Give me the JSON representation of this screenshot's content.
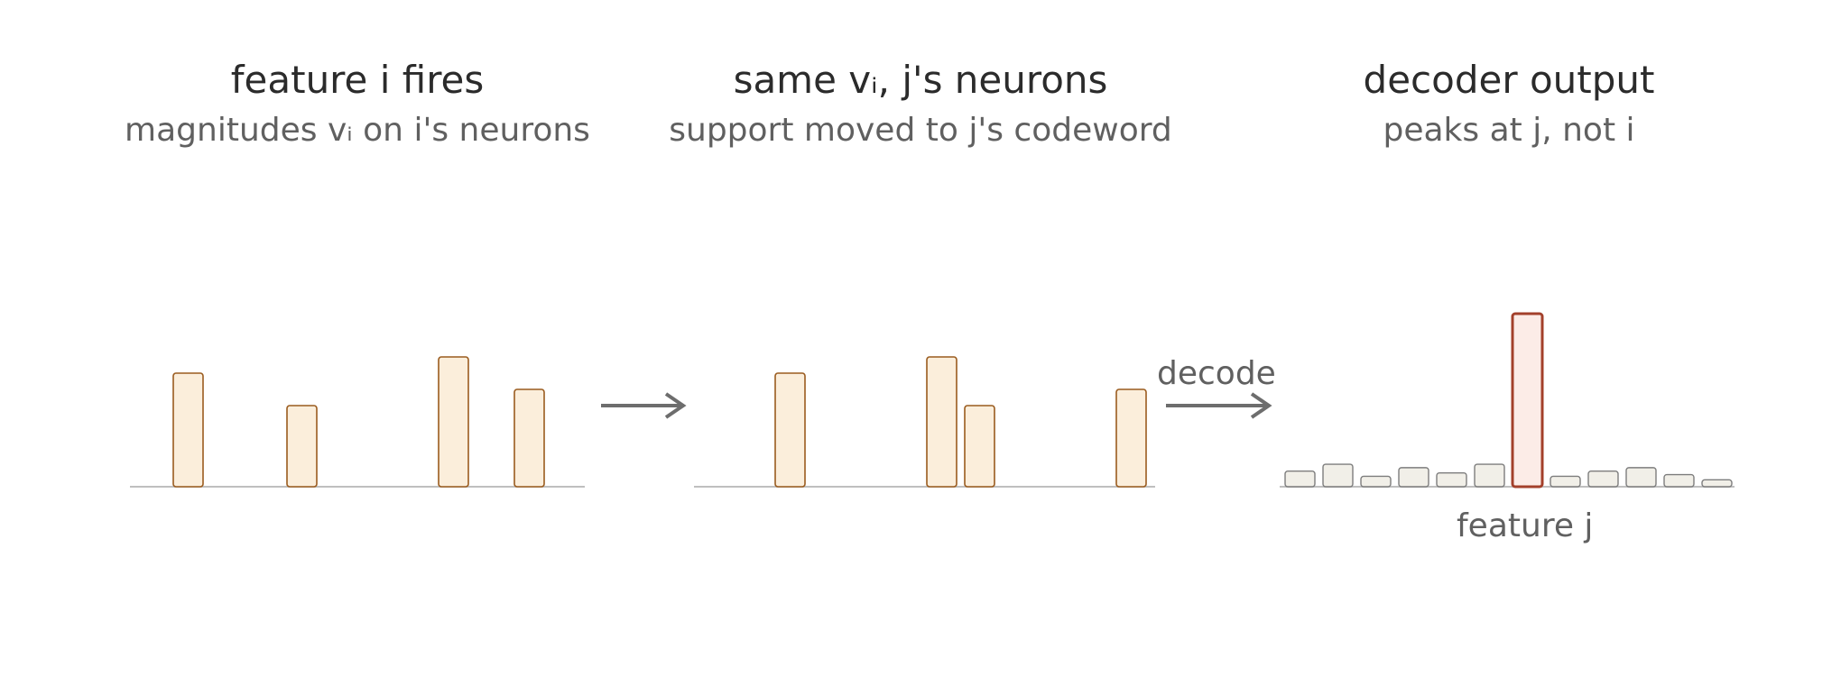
{
  "colors": {
    "title": "#2b2b2b",
    "subtitle": "#606060",
    "baseline": "#bfbfbf",
    "neuron_fill": "#fbeedb",
    "neuron_stroke": "#9a5b1e",
    "decoder_fill": "#f1efe8",
    "decoder_stroke": "#7d7d7d",
    "peak_fill": "#fcece7",
    "peak_stroke": "#a3402b",
    "arrow": "#6d6d6d"
  },
  "panels": [
    {
      "title": "feature i fires",
      "subtitle": "magnitudes vᵢ on i's neurons",
      "bar_values": [
        0.7,
        0.5,
        0.8,
        0.6
      ]
    },
    {
      "title": "same vᵢ, j's neurons",
      "subtitle": "support moved to j's codeword",
      "bar_values": [
        0.7,
        0.5,
        0.8,
        0.6
      ]
    },
    {
      "title": "decoder output",
      "subtitle": "peaks at j, not i",
      "bar_values": [
        0.09,
        0.13,
        0.06,
        0.11,
        0.08,
        0.13,
        1.0,
        0.06,
        0.09,
        0.11,
        0.07,
        0.04
      ],
      "peak_label": "feature j"
    }
  ],
  "arrows": [
    {
      "label": ""
    },
    {
      "label": "decode"
    }
  ]
}
